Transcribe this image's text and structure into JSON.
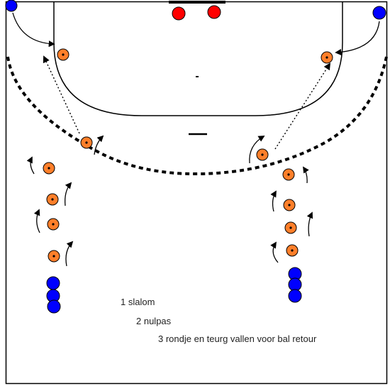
{
  "colors": {
    "court_line": "#000000",
    "defender": "#0000ff",
    "defender_pair": "#ff0000",
    "cone_fill": "#ff7f2a",
    "cone_dot": "#000000"
  },
  "court_marks": {
    "goal_area_line_label": "-",
    "seven_meter_line_label": "—"
  },
  "instructions": [
    {
      "text": "1 slalom"
    },
    {
      "text": "2 nulpas"
    },
    {
      "text": "3 rondje en teurg vallen voor bal retour"
    }
  ]
}
